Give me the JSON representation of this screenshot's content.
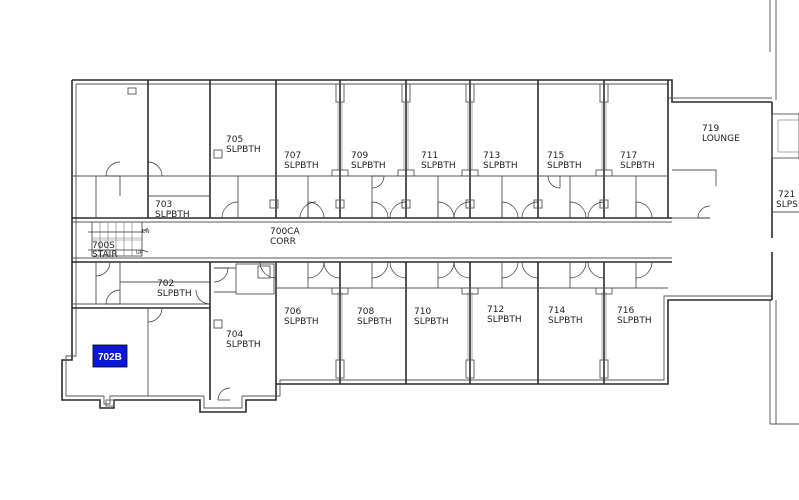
{
  "colors": {
    "highlight_fill": "#0a16d8",
    "highlight_text": "#ffffff",
    "line": "#2b2b2b"
  },
  "highlight": {
    "label": "702B"
  },
  "rooms": [
    {
      "id": "r705",
      "num": "705",
      "type": "SLPBTH"
    },
    {
      "id": "r707",
      "num": "707",
      "type": "SLPBTH"
    },
    {
      "id": "r709",
      "num": "709",
      "type": "SLPBTH"
    },
    {
      "id": "r711",
      "num": "711",
      "type": "SLPBTH"
    },
    {
      "id": "r713",
      "num": "713",
      "type": "SLPBTH"
    },
    {
      "id": "r715",
      "num": "715",
      "type": "SLPBTH"
    },
    {
      "id": "r717",
      "num": "717",
      "type": "SLPBTH"
    },
    {
      "id": "r719",
      "num": "719",
      "type": "LOUNGE"
    },
    {
      "id": "r721",
      "num": "721",
      "type": "SLPS"
    },
    {
      "id": "r703",
      "num": "703",
      "type": "SLPBTH"
    },
    {
      "id": "r700ca",
      "num": "700CA",
      "type": "CORR"
    },
    {
      "id": "r700s",
      "num": "700S",
      "type": "STAIR"
    },
    {
      "id": "r702",
      "num": "702",
      "type": "SLPBTH"
    },
    {
      "id": "r704",
      "num": "704",
      "type": "SLPBTH"
    },
    {
      "id": "r706",
      "num": "706",
      "type": "SLPBTH"
    },
    {
      "id": "r708",
      "num": "708",
      "type": "SLPBTH"
    },
    {
      "id": "r710",
      "num": "710",
      "type": "SLPBTH"
    },
    {
      "id": "r712",
      "num": "712",
      "type": "SLPBTH"
    },
    {
      "id": "r714",
      "num": "714",
      "type": "SLPBTH"
    },
    {
      "id": "r716",
      "num": "716",
      "type": "SLPBTH"
    }
  ],
  "stair": {
    "up": "UP",
    "down": "DN"
  }
}
